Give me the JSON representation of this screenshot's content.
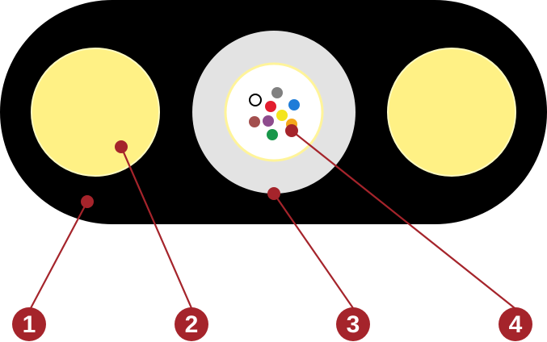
{
  "callouts": [
    {
      "number": "1"
    },
    {
      "number": "2"
    },
    {
      "number": "3"
    },
    {
      "number": "4"
    }
  ],
  "colors": {
    "jacket": "#000000",
    "strength_member": "#fff185",
    "strength_member_edge": "#fff7a8",
    "central_tube": "#e3e3e3",
    "gel": "#ffffff",
    "gel_ring": "#fff49a",
    "accent": "#a5242b",
    "fibers": [
      "#ffffff",
      "#808080",
      "#e21d2f",
      "#1e7cd8",
      "#a34f4e",
      "#8e4b8d",
      "#f4e51c",
      "#f5a81c",
      "#18974a"
    ]
  }
}
